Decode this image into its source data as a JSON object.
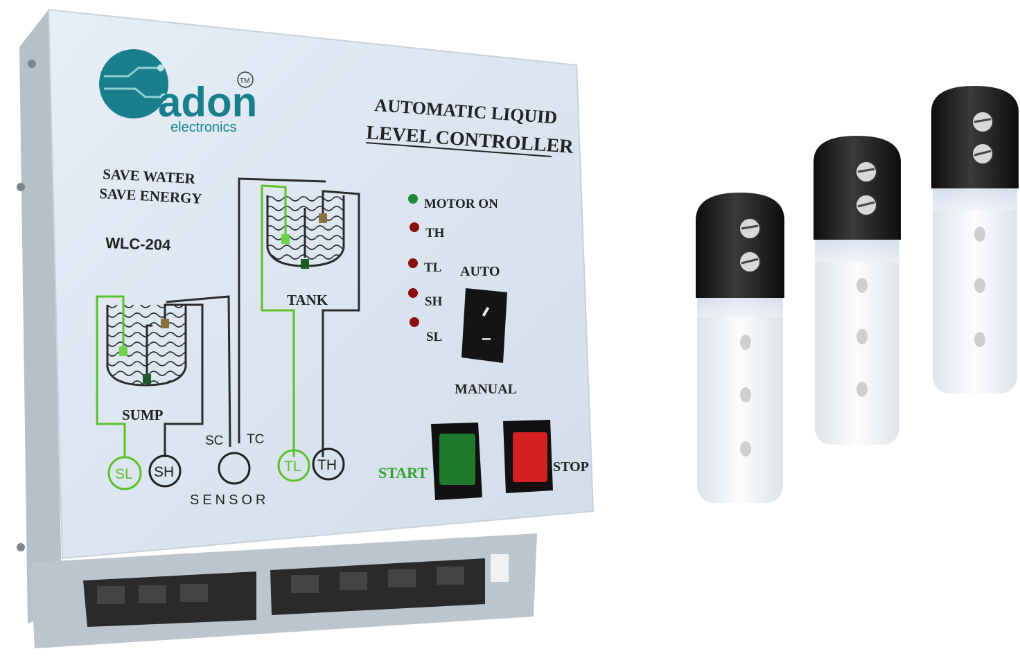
{
  "brand": {
    "name": "adon",
    "sub": "electronics",
    "trademark": "TM"
  },
  "panel": {
    "title_line1": "AUTOMATIC LIQUID",
    "title_line2": "LEVEL CONTROLLER",
    "slogan_line1": "SAVE WATER",
    "slogan_line2": "SAVE ENERGY",
    "model": "WLC-204"
  },
  "indicators": [
    {
      "label": "MOTOR ON",
      "color": "#1e8a3a"
    },
    {
      "label": "TH",
      "color": "#8a1010"
    },
    {
      "label": "TL",
      "color": "#8a1010"
    },
    {
      "label": "SH",
      "color": "#8a1010"
    },
    {
      "label": "SL",
      "color": "#8a1010"
    }
  ],
  "switch": {
    "top_label": "AUTO",
    "bottom_label": "MANUAL"
  },
  "buttons": {
    "start_label": "START",
    "stop_label": "STOP",
    "start_color": "#1f7a2e",
    "stop_color": "#d42020"
  },
  "diagram": {
    "sump_label": "SUMP",
    "tank_label": "TANK",
    "terminals": [
      "SL",
      "SH",
      "TL",
      "TH"
    ],
    "sc_label": "SC",
    "tc_label": "TC",
    "sensor_label": "SENSOR",
    "accent_color": "#5cc02a"
  },
  "colors": {
    "panel_face": "#dde7f2",
    "panel_side": "#b9c3cc",
    "brand_teal": "#1a7f8c",
    "sensor_cap": "#1c1c1c",
    "sensor_body": "#eef1f5"
  }
}
